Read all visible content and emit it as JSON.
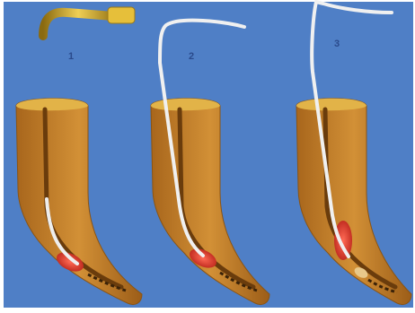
{
  "steps": [
    {
      "label": "1"
    },
    {
      "label": "2"
    },
    {
      "label": "3"
    }
  ],
  "colors": {
    "background": "#4f7fc6",
    "root": "#c8842a",
    "root_dark": "#9a5f1a",
    "root_top": "#e0b040",
    "canal": "#7a4a12",
    "lesion": "#d83a30",
    "instrument_gold": "#d9b12f",
    "instrument_silver": "#e6e6e6",
    "label": "#2a4a8c"
  }
}
